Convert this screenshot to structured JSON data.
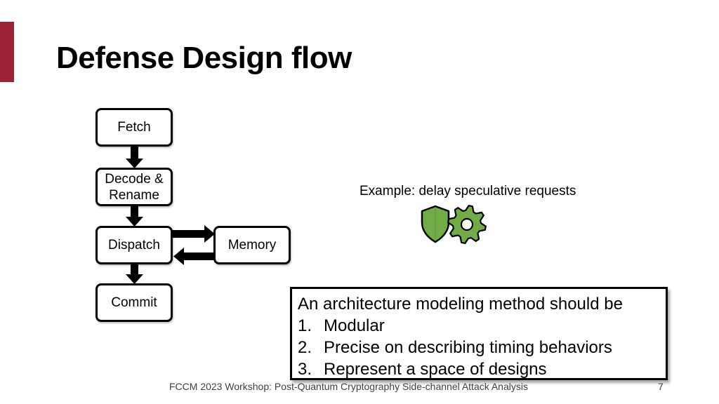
{
  "slide": {
    "title": "Defense Design flow",
    "footer": "FCCM 2023 Workshop: Post-Quantum Cryptography Side-channel Attack Analysis",
    "page_number": "7",
    "accent_color": "#9b2335"
  },
  "diagram": {
    "nodes": {
      "fetch": [
        "Fetch"
      ],
      "decode": [
        "Decode &",
        "Rename"
      ],
      "dispatch": [
        "Dispatch"
      ],
      "memory": [
        "Memory"
      ],
      "commit": [
        "Commit"
      ]
    },
    "edges": [
      {
        "from": "fetch",
        "to": "decode"
      },
      {
        "from": "decode",
        "to": "dispatch"
      },
      {
        "from": "dispatch",
        "to": "commit"
      },
      {
        "from": "dispatch",
        "to": "memory"
      },
      {
        "from": "memory",
        "to": "dispatch"
      }
    ]
  },
  "example": {
    "caption": "Example: delay speculative requests",
    "icons": [
      "shield-icon",
      "gear-icon"
    ],
    "icon_color": "#70ad47"
  },
  "requirements": {
    "lead": "An architecture modeling method should be",
    "items": [
      {
        "num": "1.",
        "text": "Modular"
      },
      {
        "num": "2.",
        "text": "Precise on describing timing behaviors"
      },
      {
        "num": "3.",
        "text": "Represent a space of designs"
      }
    ]
  }
}
